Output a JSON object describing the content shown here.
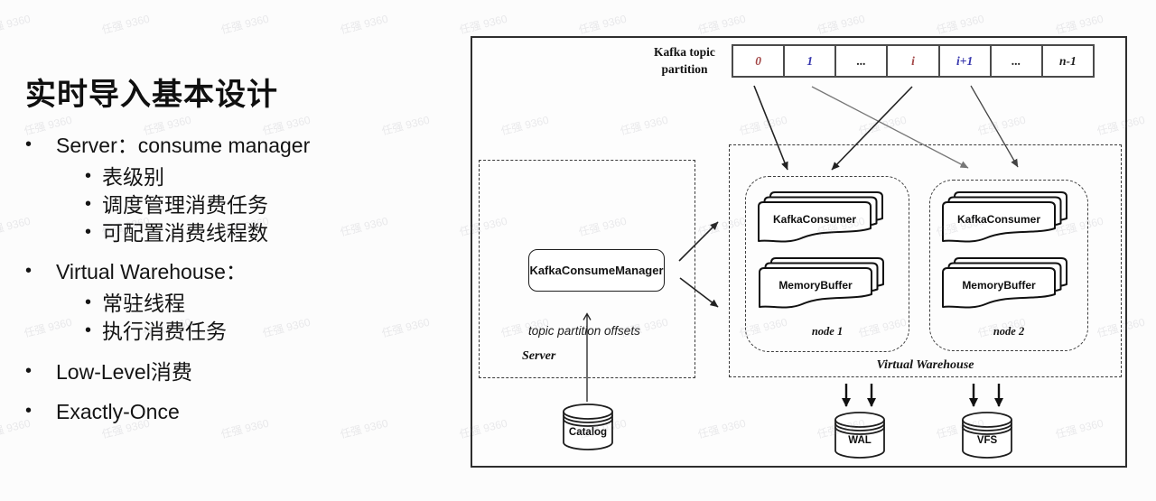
{
  "watermark": "任强 9360",
  "left_panel": {
    "title": "实时导入基本设计",
    "bullets": [
      {
        "label": "Server：consume manager",
        "children": [
          "表级别",
          "调度管理消费任务",
          "可配置消费线程数"
        ]
      },
      {
        "label": "Virtual Warehouse：",
        "children": [
          "常驻线程",
          "执行消费任务"
        ]
      },
      {
        "label": "Low-Level消费",
        "children": []
      },
      {
        "label": "Exactly-Once",
        "children": []
      }
    ]
  },
  "diagram": {
    "kafka_label_line1": "Kafka topic",
    "kafka_label_line2": "partition",
    "partitions": [
      {
        "label": "0",
        "color": "#a34747"
      },
      {
        "label": "1",
        "color": "#3636ad"
      },
      {
        "label": "...",
        "color": "#1d1d1d"
      },
      {
        "label": "i",
        "color": "#a34747"
      },
      {
        "label": "i+1",
        "color": "#3636ad"
      },
      {
        "label": "...",
        "color": "#1d1d1d"
      },
      {
        "label": "n-1",
        "color": "#1d1d1d"
      }
    ],
    "server": {
      "label": "Server",
      "manager_label": "KafkaConsumeManager",
      "offsets_label": "topic partition offsets"
    },
    "warehouse": {
      "label": "Virtual Warehouse",
      "nodes": [
        {
          "name": "node 1",
          "consumer": "KafkaConsumer",
          "buffer": "MemoryBuffer"
        },
        {
          "name": "node 2",
          "consumer": "KafkaConsumer",
          "buffer": "MemoryBuffer"
        }
      ]
    },
    "datastores": {
      "catalog": "Catalog",
      "wal": "WAL",
      "vfs": "VFS"
    }
  }
}
